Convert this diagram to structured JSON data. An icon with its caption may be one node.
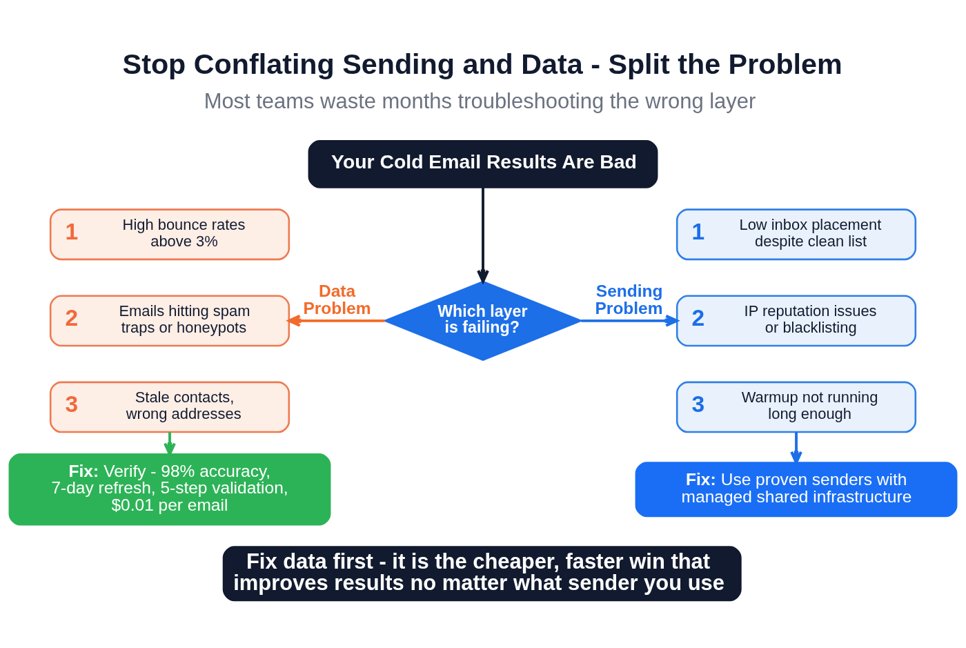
{
  "diagram": {
    "title": "Stop Conflating Sending and Data - Split the Problem",
    "nodes": [
      {
        "text": [
          "Your Cold Email Results Are Bad"
        ]
      },
      {
        "text": [
          "Which layer is failing?"
        ]
      },
      {
        "text": [
          "1",
          "High bounce rates above 3%"
        ]
      },
      {
        "text": [
          "2",
          "Emails hitting spam traps or honeypots"
        ]
      },
      {
        "text": [
          "3",
          "Stale contacts, wrong addresses"
        ]
      },
      {
        "text": [
          "1",
          "Low inbox placement despite clean list"
        ]
      },
      {
        "text": [
          "2",
          "IP reputation issues or blacklisting"
        ]
      },
      {
        "text": [
          "3",
          "Warmup not running long enough"
        ]
      },
      {
        "text": [
          "**Fix:** Verify - 98% accuracy, 7-day refresh, 5-step validation, $0.01 per email"
        ]
      },
      {
        "text": [
          "**Fix:** Use proven senders with managed shared infrastructure"
        ]
      },
      {
        "text": [
          "Fix data first - it is the cheaper, faster win that improves results no matter what sender you use"
        ]
      }
    ],
    "edges": [
      {
        "from": 0,
        "to": 1,
        "arrow": "to",
        "color": "#111a2e"
      },
      {
        "from": 1,
        "to": 3,
        "arrow": "to",
        "label": "Data Problem",
        "color": "#f26b2a"
      },
      {
        "from": 1,
        "to": 6,
        "arrow": "to",
        "label": "Sending Problem",
        "color": "#1d6fe8"
      },
      {
        "from": 4,
        "to": 8,
        "arrow": "to",
        "color": "#2db357"
      },
      {
        "from": 7,
        "to": 9,
        "arrow": "to",
        "color": "#1d6fe8"
      }
    ],
    "labels": [
      "Most teams waste months troubleshooting the wrong layer"
    ]
  }
}
